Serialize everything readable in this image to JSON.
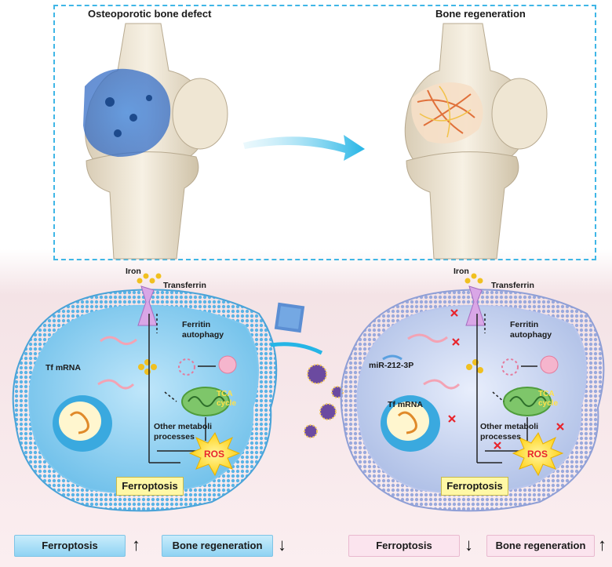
{
  "panels": {
    "top_left_title": "Osteoporotic bone defect",
    "top_right_title": "Bone regeneration"
  },
  "left_cell": {
    "iron": "Iron",
    "transferrin": "Transferrin",
    "ferritin": "Ferritin\nautophagy",
    "tf_mrna": "Tf mRNA",
    "tca": "TCA\ncycle",
    "other": "Other metaboli\nprocesses",
    "ros": "ROS",
    "ferroptosis": "Ferroptosis"
  },
  "right_cell": {
    "iron": "Iron",
    "transferrin": "Transferrin",
    "ferritin": "Ferritin\nautophagy",
    "mirna": "miR-212-3P",
    "tf_mrna": "Tf mRNA",
    "tca": "TCA\ncycle",
    "other": "Other metaboli\nprocesses",
    "ros": "ROS",
    "ferroptosis": "Ferroptosis"
  },
  "bottom": {
    "left_ferroptosis": "Ferroptosis",
    "left_ferroptosis_arrow": "↑",
    "left_bone": "Bone regeneration",
    "left_bone_arrow": "↓",
    "right_ferroptosis": "Ferroptosis",
    "right_ferroptosis_arrow": "↓",
    "right_bone": "Bone regeneration",
    "right_bone_arrow": "↑"
  },
  "colors": {
    "dash_border": "#3fb6e6",
    "cell_blue": "#9fd6f2",
    "ferroptosis_box": "#fff8a6",
    "ros_burst": "#ffe14a",
    "ros_text": "#e8242c",
    "inhibit_x": "#e8242c"
  }
}
